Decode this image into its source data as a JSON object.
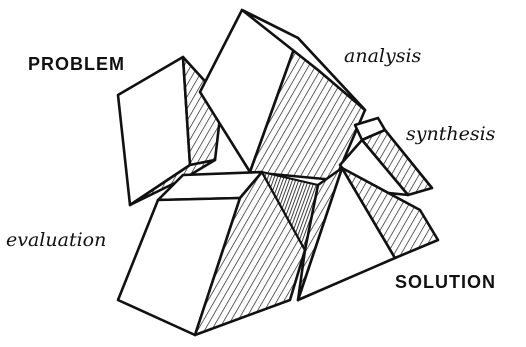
{
  "labels": {
    "problem": "PROBLEM",
    "analysis": "analysis",
    "synthesis": "synthesis",
    "evaluation": "evaluation",
    "solution": "SOLUTION"
  },
  "colors": {
    "ink": "#111111",
    "paper": "#ffffff"
  }
}
